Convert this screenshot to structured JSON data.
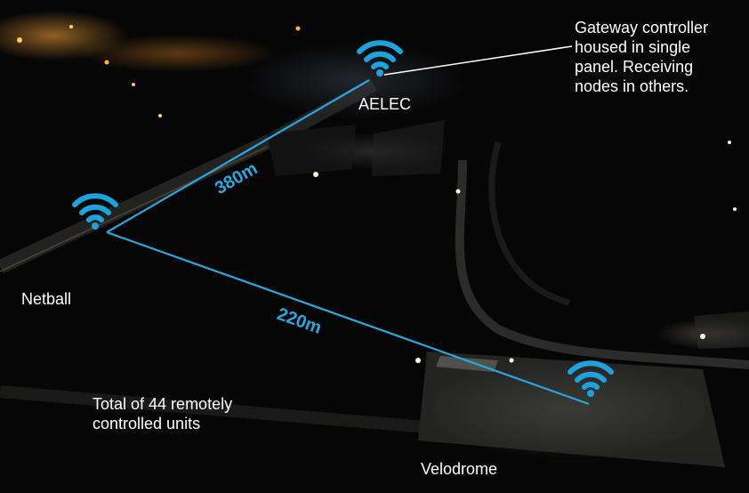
{
  "labels": {
    "aelec": "AELEC",
    "netball": "Netball",
    "velodrome": "Velodrome",
    "gateway_note_l1": "Gateway controller",
    "gateway_note_l2": "housed in single",
    "gateway_note_l3": "panel. Receiving",
    "gateway_note_l4": "nodes in others.",
    "total_l1": "Total of 44 remotely",
    "total_l2": "controlled units"
  },
  "distances": {
    "aelec_to_netball": "380m",
    "netball_to_velodrome": "220m"
  },
  "colors": {
    "link_line": "#29a8e0",
    "wifi_icon": "#1fa3dc",
    "callout_line": "#ffffff",
    "text": "#ffffff"
  },
  "icons": [
    "wifi-icon"
  ]
}
